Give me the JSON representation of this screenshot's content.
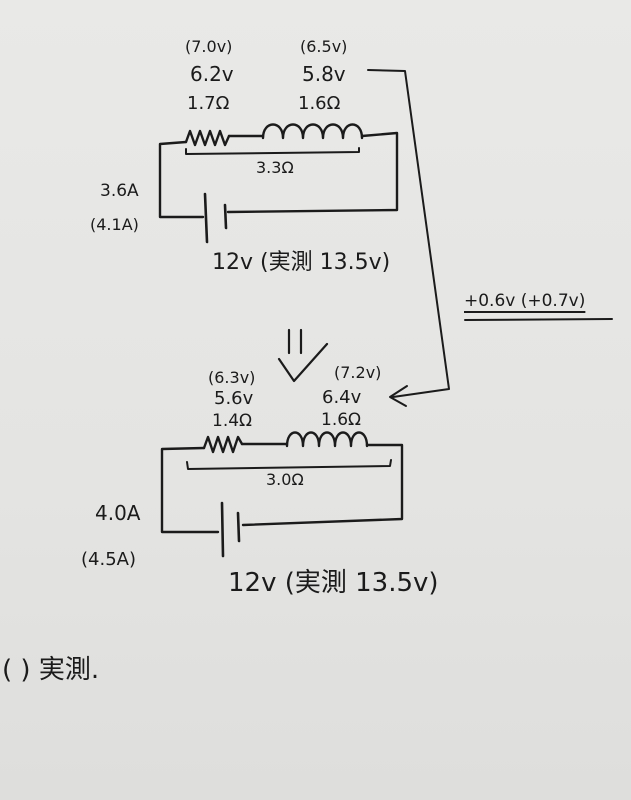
{
  "top_circuit": {
    "resistor_measured_voltage": "(7.0v)",
    "resistor_voltage": "6.2v",
    "resistor_resistance": "1.7Ω",
    "coil_measured_voltage": "(6.5v)",
    "coil_voltage": "5.8v",
    "coil_resistance": "1.6Ω",
    "total_resistance": "3.3Ω",
    "current": "3.6A",
    "measured_current": "(4.1A)",
    "battery_label": "12v (実測 13.5v)"
  },
  "arrow_note": "+0.6v (+0.7v)",
  "bottom_circuit": {
    "resistor_measured_voltage": "(6.3v)",
    "resistor_voltage": "5.6v",
    "resistor_resistance": "1.4Ω",
    "coil_measured_voltage": "(7.2v)",
    "coil_voltage": "6.4v",
    "coil_resistance": "1.6Ω",
    "total_resistance": "3.0Ω",
    "current": "4.0A",
    "measured_current": "(4.5A)",
    "battery_label": "12v (実測 13.5v)"
  },
  "footer_note": "( ) 実測."
}
